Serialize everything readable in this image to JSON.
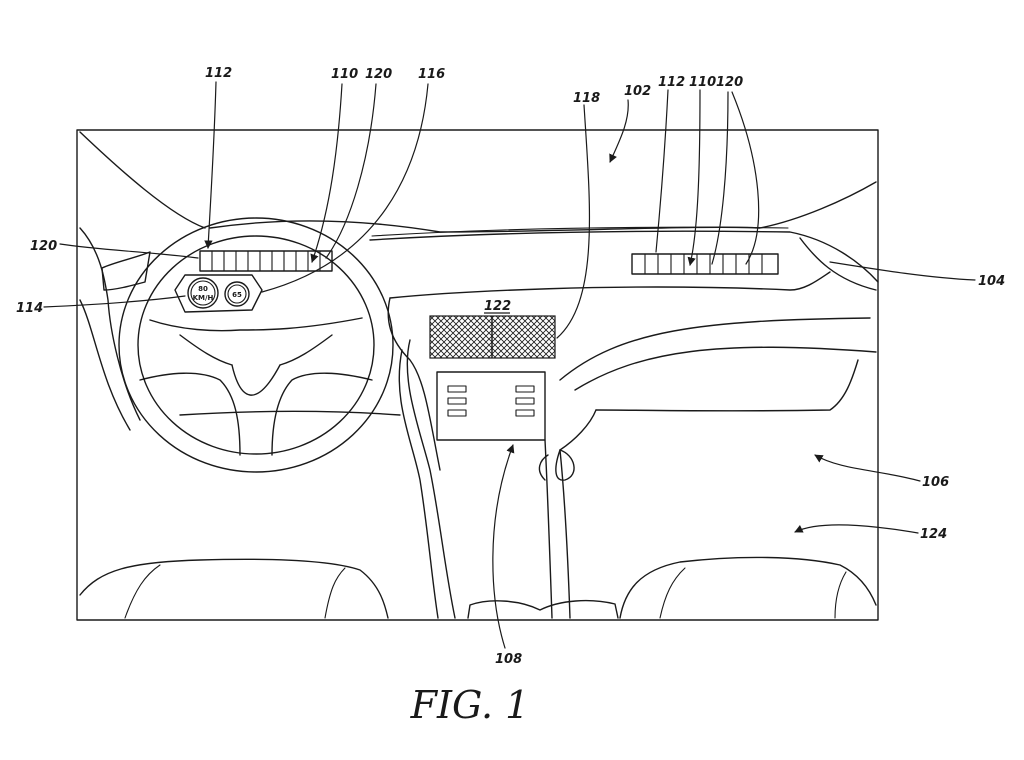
{
  "figure": {
    "caption": "FIG. 1",
    "ref_numerals": {
      "r112_left": "112",
      "r110_left": "110",
      "r120_top_left": "120",
      "r116": "116",
      "r118": "118",
      "r102": "102",
      "r112_right": "112",
      "r110_right": "110",
      "r120_right": "120",
      "r120_left": "120",
      "r114": "114",
      "r104": "104",
      "r122": "122",
      "r106": "106",
      "r124": "124",
      "r108": "108"
    },
    "speedometer": {
      "speed_line1": "80",
      "speed_line2": "KM/H",
      "limit": "65"
    }
  }
}
